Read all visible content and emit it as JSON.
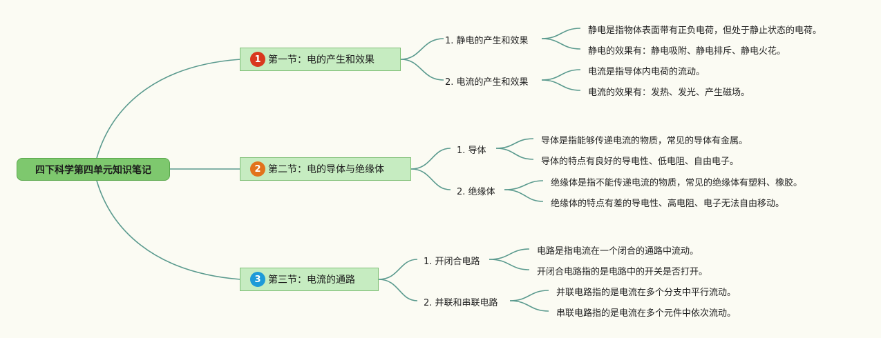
{
  "root": "四下科学第四单元知识笔记",
  "colors": {
    "line": "#5a9a8e",
    "badge1": "#d9381e",
    "badge2": "#e2731c",
    "badge3": "#1e9ad8"
  },
  "sections": [
    {
      "number": "1",
      "title": "第一节：电的产生和效果",
      "subs": [
        {
          "label": "1. 静电的产生和效果",
          "leaves": [
            "静电是指物体表面带有正负电荷，但处于静止状态的电荷。",
            "静电的效果有：静电吸附、静电排斥、静电火花。"
          ]
        },
        {
          "label": "2. 电流的产生和效果",
          "leaves": [
            "电流是指导体内电荷的流动。",
            "电流的效果有：发热、发光、产生磁场。"
          ]
        }
      ]
    },
    {
      "number": "2",
      "title": "第二节：电的导体与绝缘体",
      "subs": [
        {
          "label": "1. 导体",
          "leaves": [
            "导体是指能够传递电流的物质，常见的导体有金属。",
            "导体的特点有良好的导电性、低电阻、自由电子。"
          ]
        },
        {
          "label": "2. 绝缘体",
          "leaves": [
            "绝缘体是指不能传递电流的物质，常见的绝缘体有塑料、橡胶。",
            "绝缘体的特点有差的导电性、高电阻、电子无法自由移动。"
          ]
        }
      ]
    },
    {
      "number": "3",
      "title": "第三节：电流的通路",
      "subs": [
        {
          "label": "1. 开闭合电路",
          "leaves": [
            "电路是指电流在一个闭合的通路中流动。",
            "开闭合电路指的是电路中的开关是否打开。"
          ]
        },
        {
          "label": "2. 并联和串联电路",
          "leaves": [
            "并联电路指的是电流在多个分支中平行流动。",
            "串联电路指的是电流在多个元件中依次流动。"
          ]
        }
      ]
    }
  ]
}
